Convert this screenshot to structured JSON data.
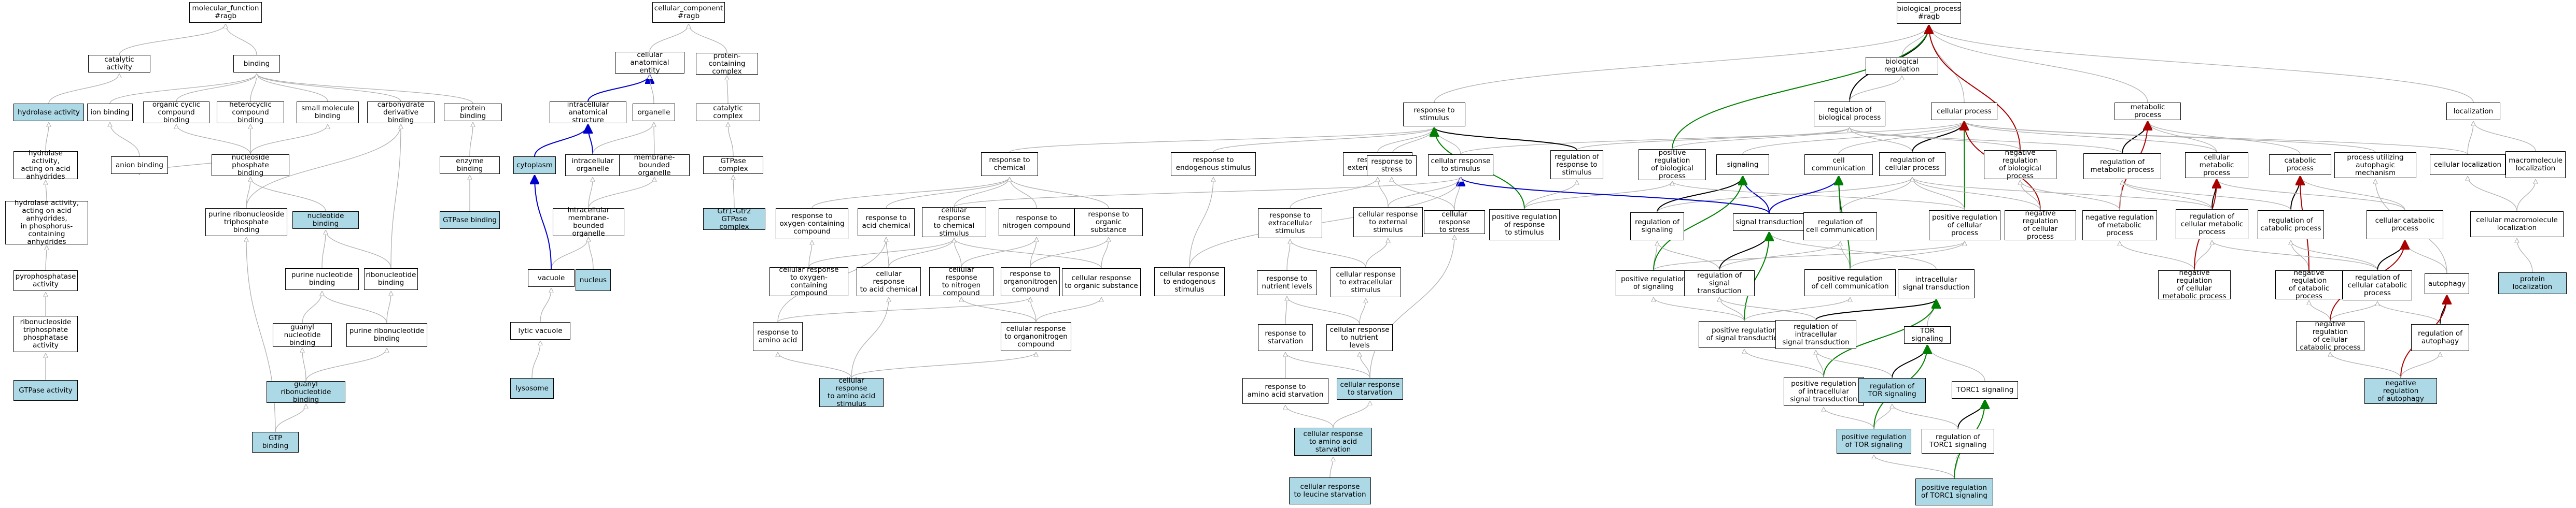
{
  "colors": {
    "highlight_fill": "#add8e6",
    "is_a_edge": "#b0b0b0",
    "part_of_edge": "#0000cc",
    "regulates_edge": "#000000",
    "positively_regulates_edge": "#008000",
    "negatively_regulates_edge": "#aa0000"
  },
  "nodes": {
    "mf": "molecular_function\n#ragb",
    "catalytic": "catalytic activity",
    "binding": "binding",
    "hydrolase": "hydrolase activity",
    "ion_binding": "ion binding",
    "org_cyclic": "organic cyclic\ncompound binding",
    "heterocyclic": "heterocyclic\ncompound binding",
    "small_mol": "small molecule\nbinding",
    "carbohydrate": "carbohydrate\nderivative binding",
    "hydrolase_anhydrides": "hydrolase activity,\nacting on acid\nanhydrides",
    "anion": "anion binding",
    "nucleoside_phosphate": "nucleoside phosphate\nbinding",
    "hydrolase_phosphorus": "hydrolase activity,\nacting on acid\nanhydrides,\nin phosphorus-containing\nanhydrides",
    "purine_ribonuc_triphosphate": "purine ribonucleoside\ntriphosphate\nbinding",
    "nucleotide_binding": "nucleotide binding",
    "pyrophosphatase": "pyrophosphatase\nactivity",
    "purine_nucleotide": "purine nucleotide\nbinding",
    "ribonucleotide": "ribonucleotide\nbinding",
    "ribonuc_triphosphatase": "ribonucleoside\ntriphosphate\nphosphatase\nactivity",
    "guanyl_nucleotide": "guanyl nucleotide\nbinding",
    "purine_ribonucleotide": "purine ribonucleotide\nbinding",
    "gtpase_activity": "GTPase activity",
    "guanyl_ribonucleotide": "guanyl ribonucleotide\nbinding",
    "gtp_binding": "GTP binding",
    "protein_binding": "protein binding",
    "enzyme_binding": "enzyme binding",
    "gtpase_binding": "GTPase binding",
    "cc": "cellular_component\n#ragb",
    "cc_anatomical": "cellular anatomical\nentity",
    "protein_complex": "protein-containing\ncomplex",
    "intracellular_anat": "intracellular\nanatomical structure",
    "organelle": "organelle",
    "catalytic_complex": "catalytic complex",
    "cytoplasm": "cytoplasm",
    "intracellular_organelle": "intracellular\norganelle",
    "membrane_bounded": "membrane-bounded\norganelle",
    "gtpase_complex": "GTPase complex",
    "gse_complex": "Gtr1-Gtr2 GTPase\ncomplex",
    "intra_membrane_bounded": "intracellular\nmembrane-bounded\norganelle",
    "vacuole": "vacuole",
    "nucleus": "nucleus",
    "lytic_vacuole": "lytic vacuole",
    "lysosome": "lysosome",
    "bp": "biological_process\n#ragb",
    "response_stimulus": "response to\nstimulus",
    "regulation_bp": "regulation of\nbiological process",
    "biological_regulation": "biological regulation",
    "cellular_process": "cellular process",
    "metabolic_process": "metabolic process",
    "localization": "localization",
    "response_chemical": "response to\nchemical",
    "response_endogenous": "response to\nendogenous stimulus",
    "response_external": "response to\nexternal stimulus",
    "response_stress": "response to\nstress",
    "cellular_response_stimulus": "cellular response\nto stimulus",
    "regulation_response_stimulus": "regulation of\nresponse to\nstimulus",
    "positive_regulation_bp": "positive regulation\nof biological\nprocess",
    "signaling": "signaling",
    "cell_communication": "cell communication",
    "regulation_cellular_process": "regulation of\ncellular process",
    "negative_regulation_bp": "negative regulation\nof biological\nprocess",
    "regulation_metabolic": "regulation of\nmetabolic process",
    "cellular_metabolic": "cellular metabolic\nprocess",
    "catabolic_process": "catabolic process",
    "autophagic_mechanism": "process utilizing\nautophagic mechanism",
    "cellular_localization": "cellular localization",
    "macromolecule_localization": "macromolecule\nlocalization",
    "response_oxygen": "response to\noxygen-containing\ncompound",
    "response_acid": "response to\nacid chemical",
    "cellular_response_chemical": "cellular response\nto chemical\nstimulus",
    "response_organic_cyclic": "response to\nnitrogen compound",
    "response_organic_substance": "response to\norganic substance",
    "response_extracellular": "response to\nextracellular\nstimulus",
    "cellular_response_external": "cellular response\nto external\nstimulus",
    "cellular_response_stress": "cellular response\nto stress",
    "positive_regulation_response": "positive regulation\nof response\nto stimulus",
    "regulation_signaling": "regulation of\nsignaling",
    "signal_transduction": "signal transduction",
    "regulation_cell_communication": "regulation of\ncell communication",
    "positive_regulation_cellular": "positive regulation\nof cellular\nprocess",
    "negative_regulation_cellular": "negative regulation\nof cellular\nprocess",
    "negative_regulation_metabolic": "negative regulation\nof metabolic\nprocess",
    "regulation_cellular_metabolic": "regulation of\ncellular metabolic\nprocess",
    "regulation_catabolic": "regulation of\ncatabolic process",
    "cellular_catabolic": "cellular catabolic\nprocess",
    "cellular_macromolecule_localization": "cellular macromolecule\nlocalization",
    "cr_oxygen": "cellular response\nto oxygen-containing\ncompound",
    "cr_acid": "cellular response\nto acid chemical",
    "cr_nitrogen": "cellular response\nto nitrogen\ncompound",
    "response_organonitrogen": "response to\norganonitrogen\ncompound",
    "cr_organic_substance": "cellular response\nto organic substance",
    "cr_endogenous": "cellular response\nto endogenous\nstimulus",
    "response_nutrient_levels": "response to\nnutrient levels",
    "cr_extracellular": "cellular response\nto extracellular\nstimulus",
    "positive_regulation_signaling": "positive regulation\nof signaling",
    "regulation_intra_signal": "regulation of\nsignal transduction",
    "positive_regulation_cell_comm": "positive regulation\nof cell communication",
    "intracellular_signal": "intracellular\nsignal transduction",
    "negative_regulation_cellular_metabolic": "negative regulation\nof cellular\nmetabolic process",
    "negative_regulation_catabolic": "negative regulation\nof catabolic\nprocess",
    "regulation_cellular_catabolic": "regulation of\ncellular catabolic\nprocess",
    "autophagy": "autophagy",
    "protein_localization": "protein localization",
    "response_amino_acid": "response to\namino acid",
    "cr_amino_acid": "cellular response\nto amino acid\nstimulus",
    "cr_organonitrogen": "cellular response\nto organonitrogen\ncompound",
    "response_starvation": "response to\nstarvation",
    "cr_nutrient_levels": "cellular response\nto nutrient\nlevels",
    "cr_starvation": "cellular response\nto starvation",
    "positive_regulation_signal_transduction": "positive regulation\nof signal transduction",
    "regulation_intracellular_signal": "regulation of\nintracellular\nsignal transduction",
    "tor_signaling": "TOR signaling",
    "negative_regulation_cellular_catabolic": "negative regulation\nof cellular\ncatabolic process",
    "regulation_autophagy": "regulation of\nautophagy",
    "response_amino_acid_starvation": "response to\namino acid starvation",
    "positive_regulation_intracellular": "positive regulation\nof intracellular\nsignal transduction",
    "regulation_tor": "regulation of\nTOR signaling",
    "torc1_signaling": "TORC1 signaling",
    "negative_regulation_autophagy": "negative regulation\nof autophagy",
    "cr_amino_acid_starvation": "cellular response\nto amino acid\nstarvation",
    "positive_regulation_tor": "positive regulation\nof TOR signaling",
    "regulation_torc1": "regulation of\nTORC1 signaling",
    "cr_leucine_starvation": "cellular response\nto leucine starvation",
    "positive_regulation_torc1": "positive regulation\nof TORC1 signaling"
  }
}
